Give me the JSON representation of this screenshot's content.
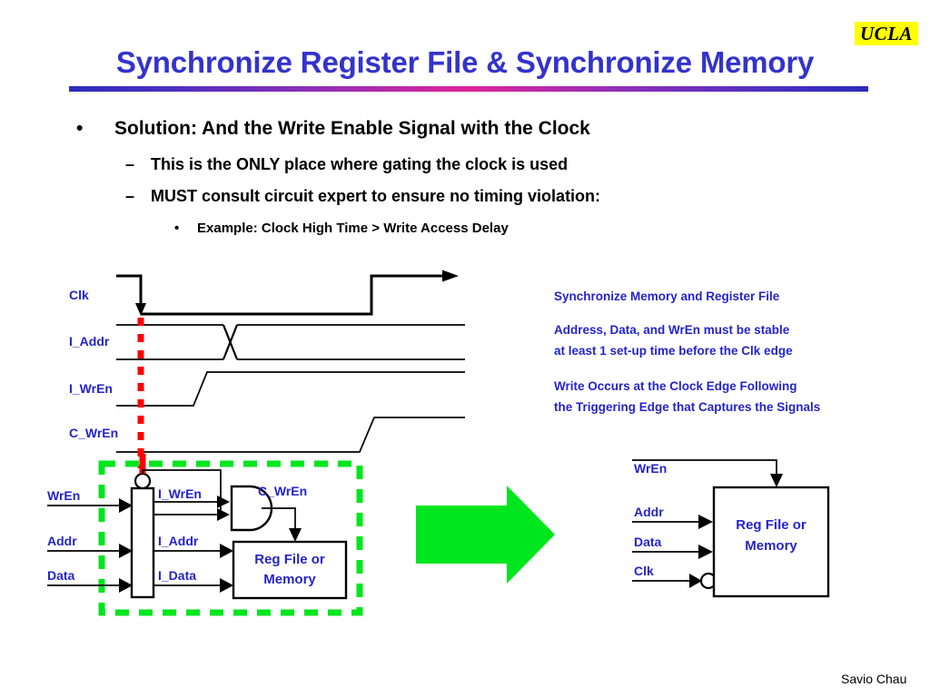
{
  "logo": {
    "text": "UCLA",
    "bg": "#ffff00",
    "fg": "#000000"
  },
  "title": {
    "text": "Synchronize Register File & Synchronize Memory",
    "color": "#3333cc"
  },
  "bullets": [
    {
      "mark": "•",
      "text": "Solution: And the Write Enable Signal with the Clock",
      "level": 1
    },
    {
      "mark": "–",
      "text": "This is the ONLY place where gating the clock is used",
      "level": 2
    },
    {
      "mark": "–",
      "text": "MUST consult circuit expert to ensure no timing violation:",
      "level": 2
    },
    {
      "mark": "•",
      "text": "Example: Clock High Time > Write Access Delay",
      "level": 3
    }
  ],
  "timing_diagram": {
    "signals": [
      {
        "name": "Clk"
      },
      {
        "name": "I_Addr"
      },
      {
        "name": "I_WrEn"
      },
      {
        "name": "C_WrEn"
      }
    ],
    "setup_marker_color": "#ff0000"
  },
  "notes": [
    {
      "lines": [
        "Synchronize Memory and Register File"
      ]
    },
    {
      "lines": [
        "Address, Data, and WrEn must be stable",
        "at least 1 set-up time before the Clk edge"
      ]
    },
    {
      "lines": [
        "Write Occurs at the Clock Edge Following",
        "the Triggering Edge that Captures the Signals"
      ]
    }
  ],
  "left_circuit": {
    "highlight_color": "#00e61e",
    "inputs": [
      "WrEn",
      "Addr",
      "Data"
    ],
    "internal": [
      "I_WrEn",
      "I_Addr",
      "I_Data"
    ],
    "gate_output": "C_WrEn",
    "block_label_line1": "Reg File or",
    "block_label_line2": "Memory"
  },
  "transform_arrow": {
    "color": "#00e61e"
  },
  "right_circuit": {
    "inputs": [
      "WrEn",
      "Addr",
      "Data",
      "Clk"
    ],
    "block_label_line1": "Reg File or",
    "block_label_line2": "Memory"
  },
  "footer": {
    "author": "Savio Chau"
  }
}
